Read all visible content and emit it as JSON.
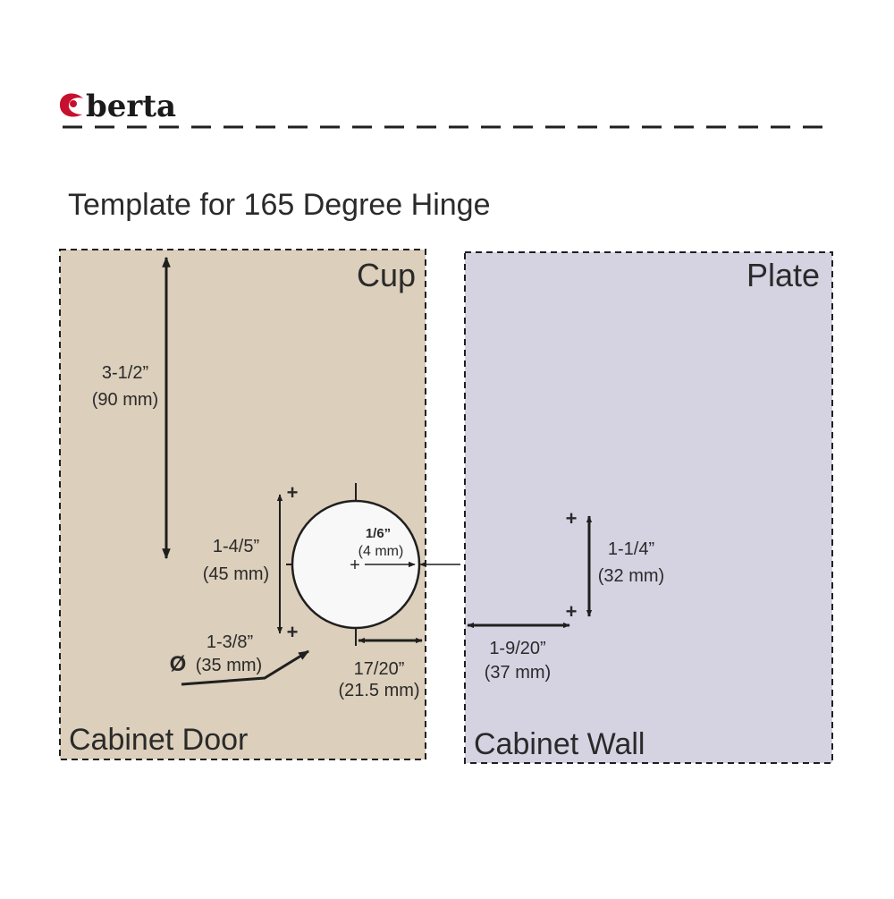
{
  "brand": {
    "name": "berta",
    "accent": "#c8102e"
  },
  "title": "Template for 165 Degree Hinge",
  "colors": {
    "door_fill": "#dccfbb",
    "wall_fill": "#d5d3e2",
    "line": "#1f1f1f"
  },
  "door": {
    "label": "Cabinet Door",
    "section": "Cup",
    "height_in": "3-1/2”",
    "height_mm": "(90 mm)",
    "spacing_in": "1-4/5”",
    "spacing_mm": "(45 mm)",
    "diameter_in": "1-3/8”",
    "diameter_symbol": "Ø",
    "diameter_mm": "(35 mm)",
    "offset_in": "1/6”",
    "offset_mm": "(4 mm)",
    "edge_in": "17/20”",
    "edge_mm": "(21.5 mm)"
  },
  "wall": {
    "label": "Cabinet Wall",
    "section": "Plate",
    "spacing_in": "1-1/4”",
    "spacing_mm": "(32 mm)",
    "edge_in": "1-9/20”",
    "edge_mm": "(37 mm)"
  },
  "marks": {
    "plus": "+",
    "center": "+"
  }
}
